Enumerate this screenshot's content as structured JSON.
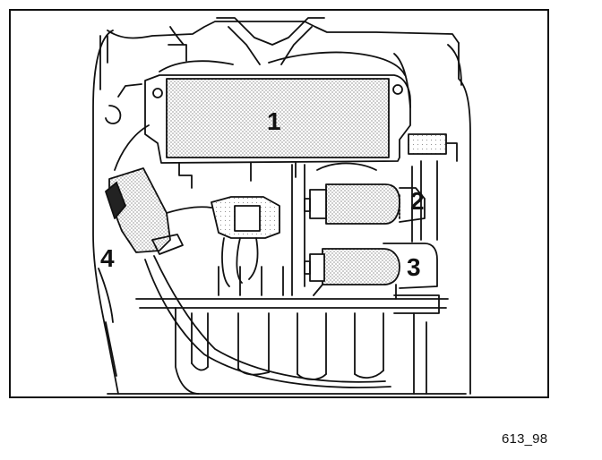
{
  "callouts": {
    "c1": "1",
    "c2": "2",
    "c3": "3",
    "c4": "4"
  },
  "figure_id": "613_98",
  "colors": {
    "ink": "#111111",
    "shade": "#cfcfcf",
    "background": "#ffffff"
  }
}
